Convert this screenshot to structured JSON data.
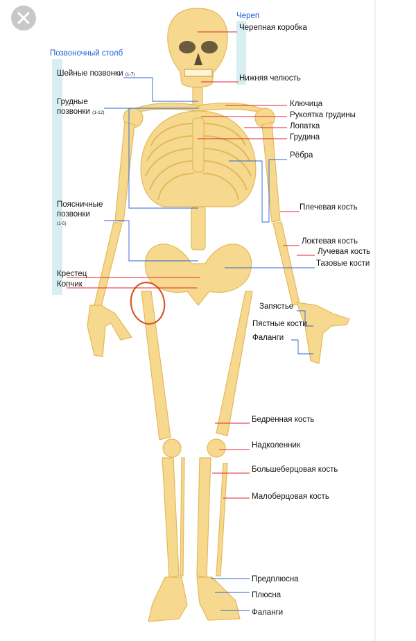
{
  "groups": {
    "skull": "Череп",
    "spine": "Позвоночный столб"
  },
  "labels": {
    "cranium": "Черепная коробка",
    "jaw": "Нижняя челюсть",
    "cervical": "Шейные позвонки",
    "cervical_range": "(1-7)",
    "thoracic_1": "Грудные",
    "thoracic_2": "позвонки",
    "thoracic_range": "(1-12)",
    "lumbar_1": "Поясничные",
    "lumbar_2": "позвонки",
    "lumbar_range": "(1-5)",
    "sacrum": "Крестец",
    "coccyx": "Копчик",
    "clavicle": "Ключица",
    "manubrium": "Рукоятка грудины",
    "scapula": "Лопатка",
    "sternum": "Грудина",
    "ribs": "Рёбра",
    "humerus": "Плечевая кость",
    "ulna": "Локтевая кость",
    "radius": "Лучевая кость",
    "pelvis": "Тазовые кости",
    "carpus": "Запястье",
    "metacarpus": "Пястные кости",
    "hand_phalanges": "Фаланги",
    "femur": "Бедренная кость",
    "patella": "Надколенник",
    "tibia": "Большеберцовая кость",
    "fibula": "Малоберцовая кость",
    "tarsus": "Предплюсна",
    "metatarsus": "Плюсна",
    "foot_phalanges": "Фаланги"
  },
  "colors": {
    "bone": "#f6d98e",
    "bone_stroke": "#e2b95a",
    "cartilage": "#e6e9ee",
    "leader_red": "#e0262b",
    "leader_blue": "#2a63d4",
    "bracket_bar": "#d9eef3",
    "annotation_circle": "#d9562a"
  },
  "icons": {
    "close": "close-icon"
  }
}
